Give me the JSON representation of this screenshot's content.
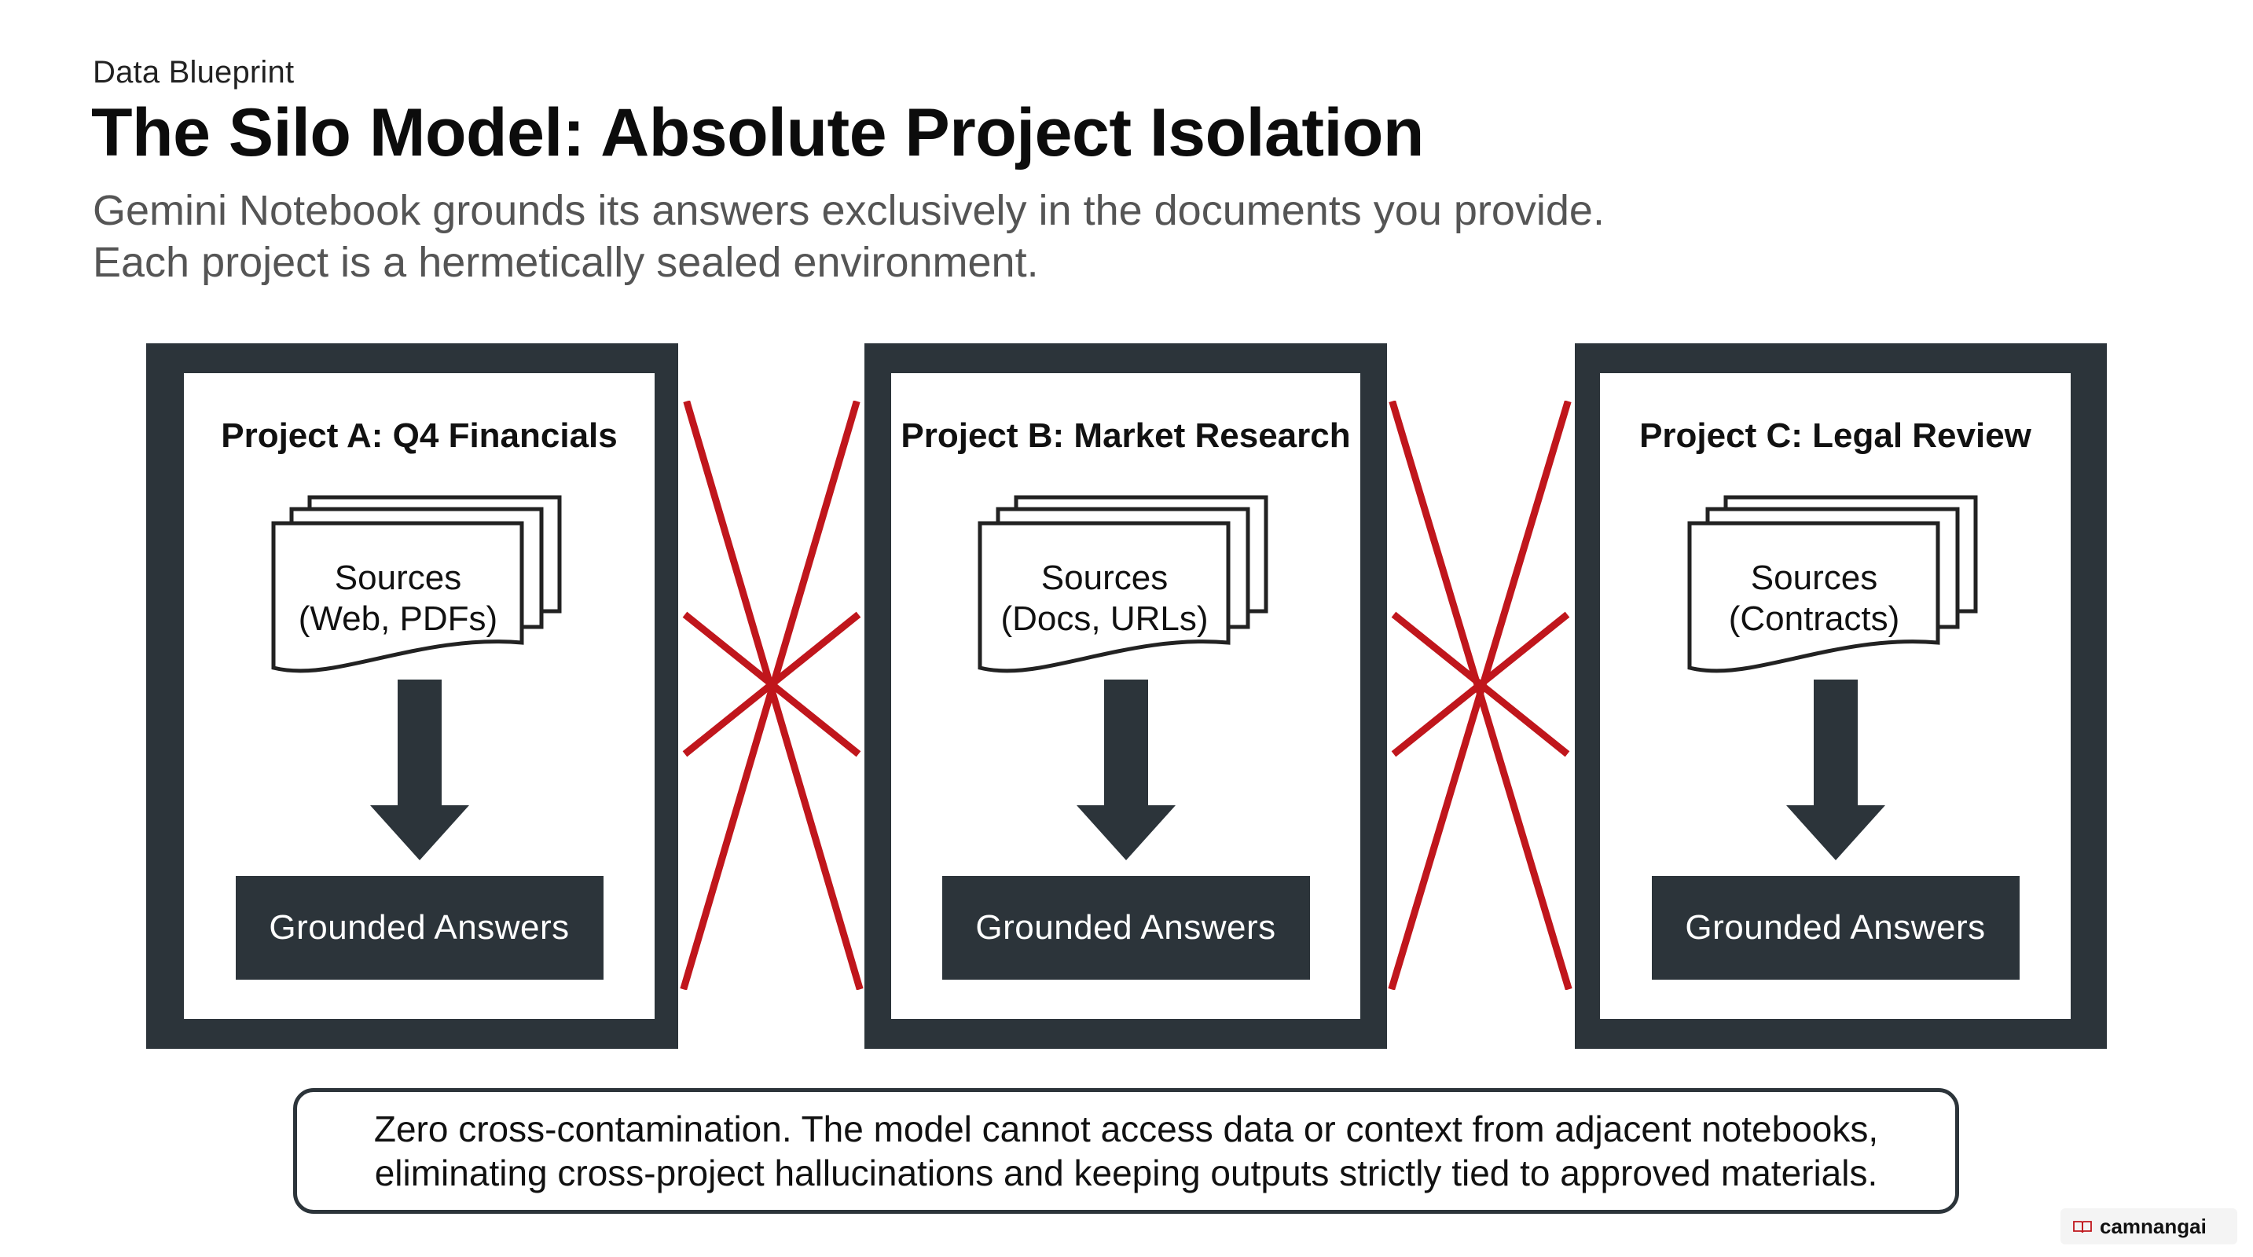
{
  "header": {
    "eyebrow": "Data Blueprint",
    "title": "The Silo Model: Absolute Project Isolation",
    "subtitle_lines": [
      "Gemini Notebook grounds its answers exclusively in the documents you provide.",
      "Each project is a hermetically sealed environment."
    ]
  },
  "projects": [
    {
      "title": "Project A: Q4 Financials",
      "sources_line1": "Sources",
      "sources_line2": "(Web, PDFs)",
      "answer_label": "Grounded Answers"
    },
    {
      "title": "Project B: Market Research",
      "sources_line1": "Sources",
      "sources_line2": "(Docs, URLs)",
      "answer_label": "Grounded Answers"
    },
    {
      "title": "Project C: Legal Review",
      "sources_line1": "Sources",
      "sources_line2": "(Contracts)",
      "answer_label": "Grounded Answers"
    }
  ],
  "note": {
    "lines": [
      "Zero cross-contamination. The model cannot access data or context from adjacent notebooks,",
      "eliminating cross-project hallucinations and keeping outputs strictly tied to approved materials."
    ]
  },
  "watermark": {
    "text": "camnangai",
    "icon": "book-icon"
  },
  "colors": {
    "panel": "#2c343a",
    "separator": "#c0161c",
    "subtitle": "#555555"
  }
}
